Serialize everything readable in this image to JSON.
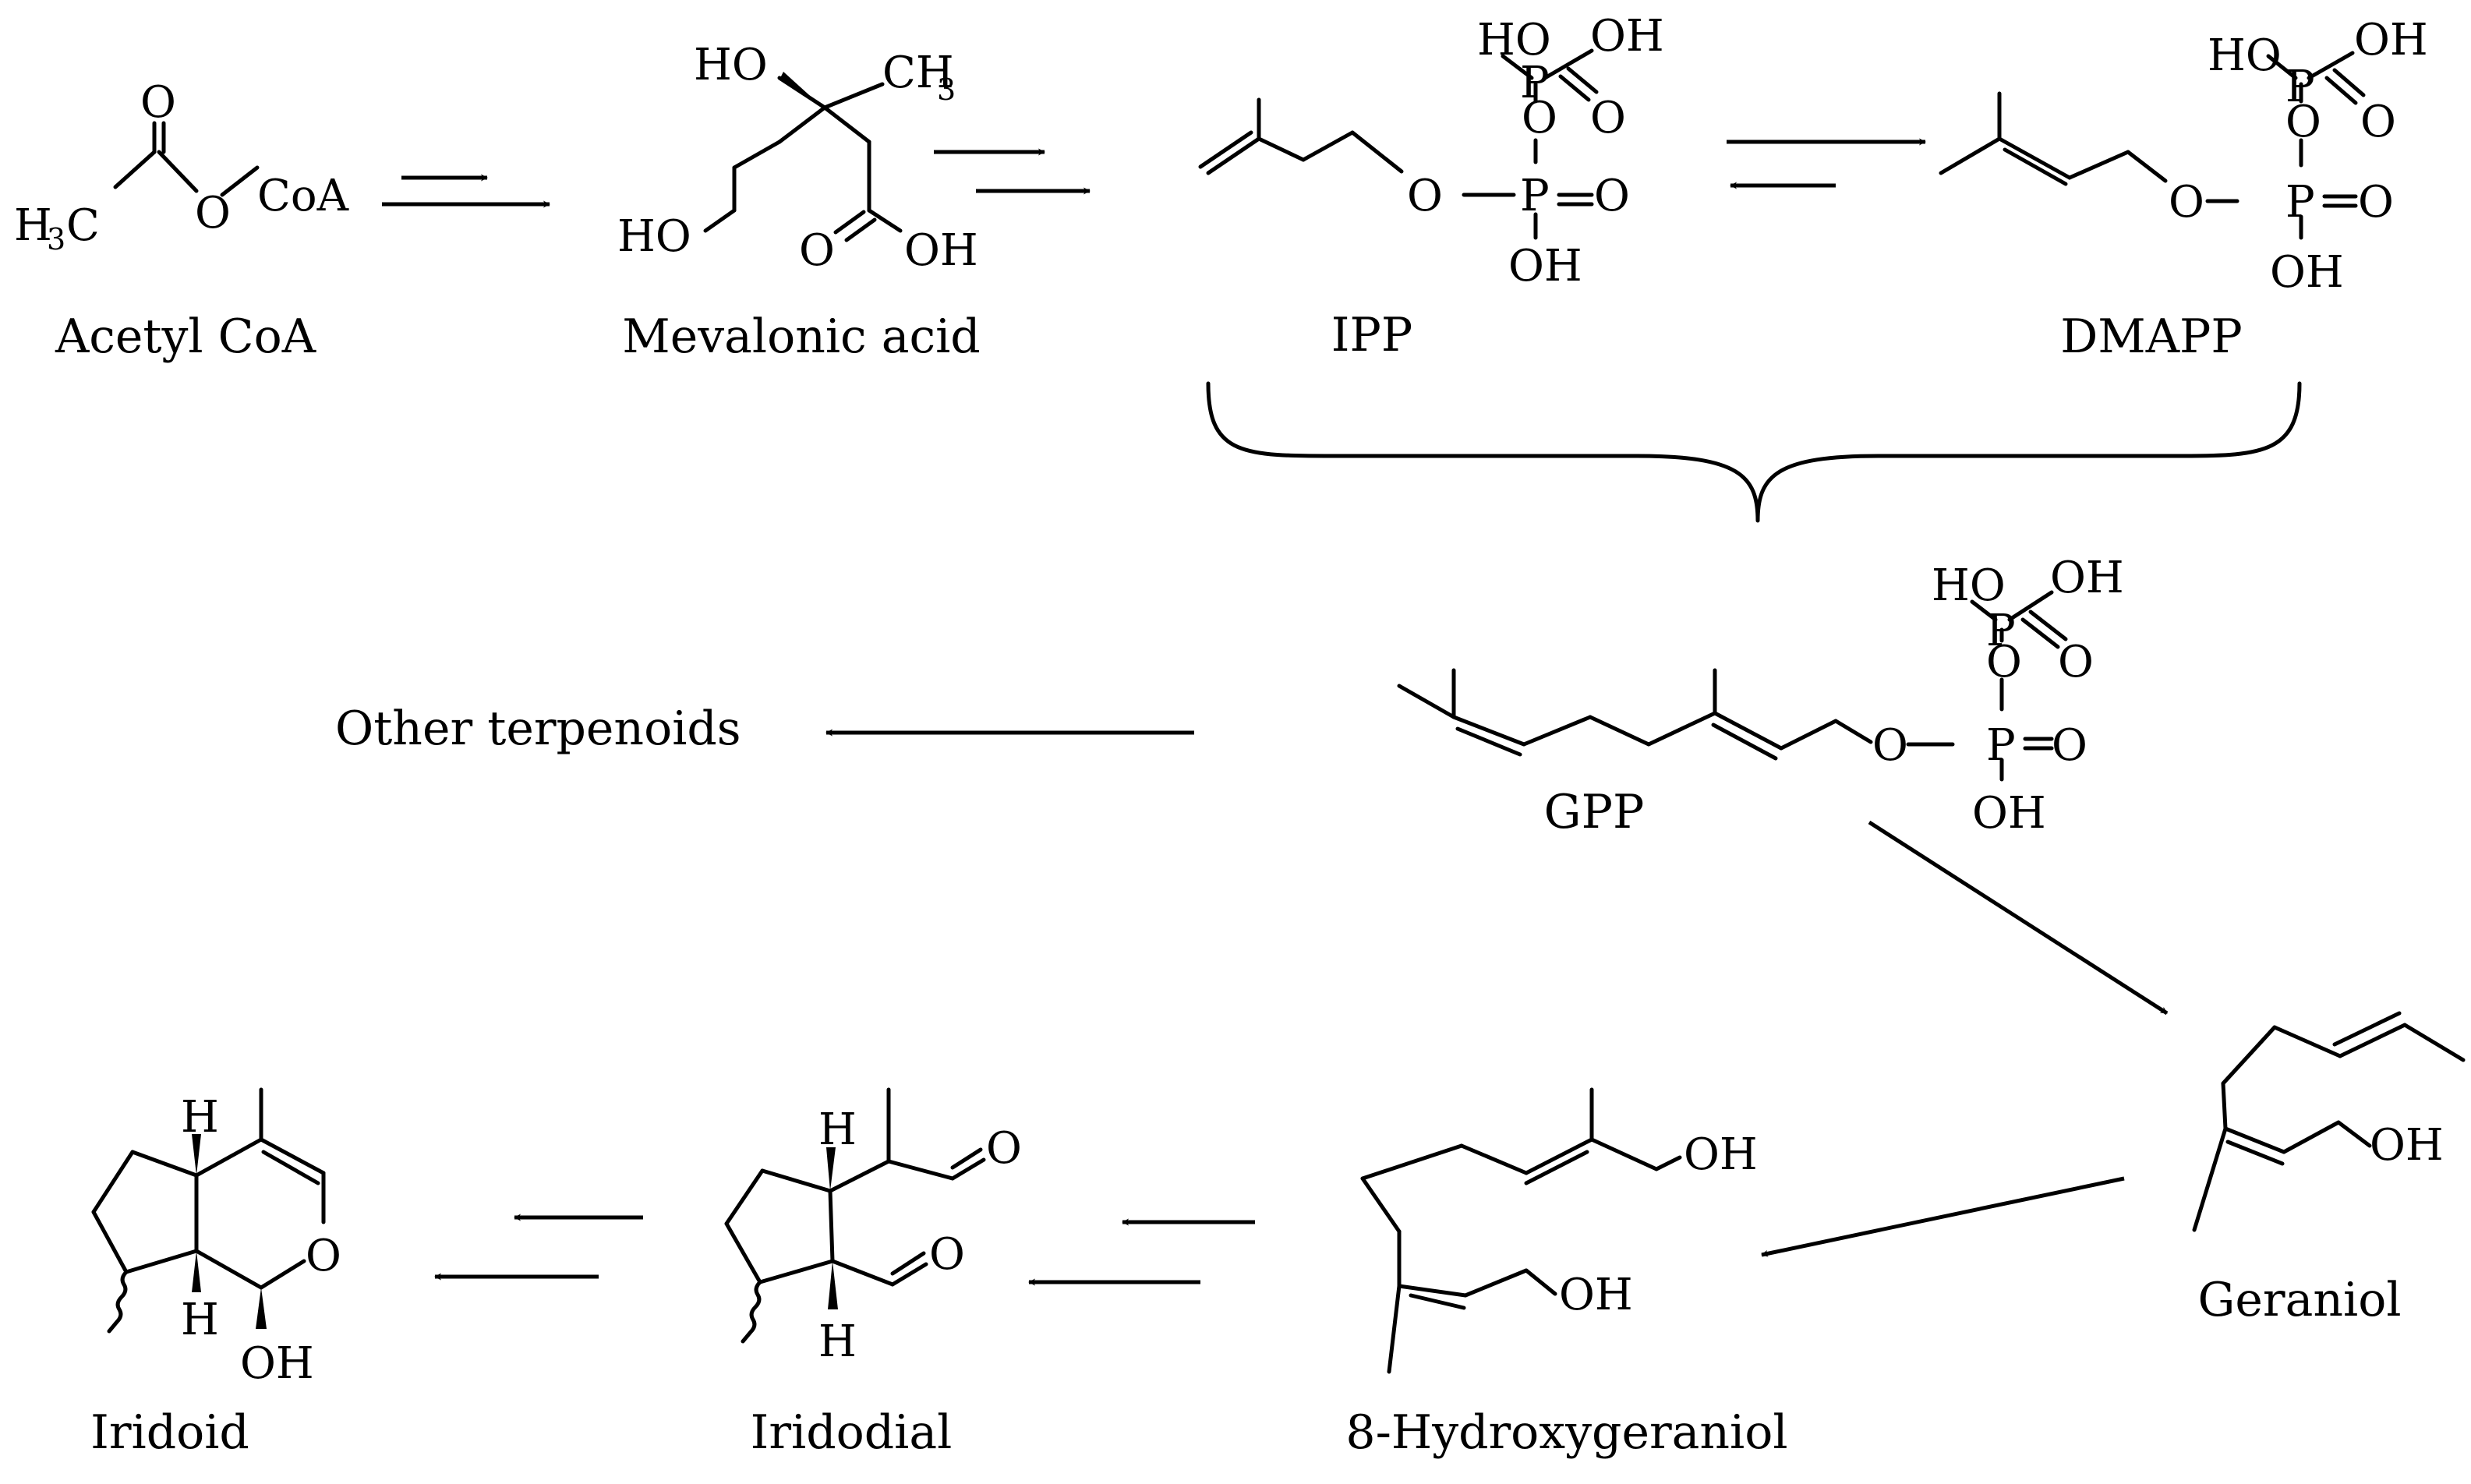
{
  "compounds": {
    "acetyl_coa": {
      "name": "Acetyl CoA",
      "h3c_h": "H",
      "h3c_3": "3",
      "h3c_c": "C",
      "o_carbonyl": "O",
      "o_ester": "O",
      "coa": "CoA"
    },
    "mevalonic_acid": {
      "name": "Mevalonic acid",
      "ho_top": "HO",
      "ch": "CH",
      "ch3_sub": "3",
      "ho_left": "HO",
      "o": "O",
      "oh": "OH"
    },
    "ipp": {
      "name": "IPP",
      "ho": "HO",
      "oh_top": "OH",
      "p_top": "P",
      "o_top": "O",
      "o_link": "O",
      "o_ester": "O",
      "p_bot": "P",
      "o_bot": "O",
      "oh_bot": "OH"
    },
    "dmapp": {
      "name": "DMAPP",
      "ho": "HO",
      "oh_top": "OH",
      "p_top": "P",
      "o_top": "O",
      "o_link": "O",
      "o_ester": "O",
      "p_bot": "P",
      "o_bot": "O",
      "oh_bot": "OH"
    },
    "gpp": {
      "name": "GPP",
      "ho": "HO",
      "oh_top": "OH",
      "p_top": "P",
      "o_top": "O",
      "o_link": "O",
      "o_ester": "O",
      "p_bot": "P",
      "o_bot": "O",
      "oh_bot": "OH"
    },
    "geraniol": {
      "name": "Geraniol",
      "oh": "OH"
    },
    "hydroxygeraniol": {
      "name": "8-Hydroxygeraniol",
      "oh_top": "OH",
      "oh_bot": "OH"
    },
    "iridodial": {
      "name": "Iridodial",
      "h_top": "H",
      "h_bot": "H",
      "o_top": "O",
      "o_bot": "O"
    },
    "iridoid": {
      "name": "Iridoid",
      "h_top": "H",
      "h_bot": "H",
      "o_ring": "O",
      "oh": "OH"
    }
  },
  "other_terpenoids": "Other terpenoids"
}
